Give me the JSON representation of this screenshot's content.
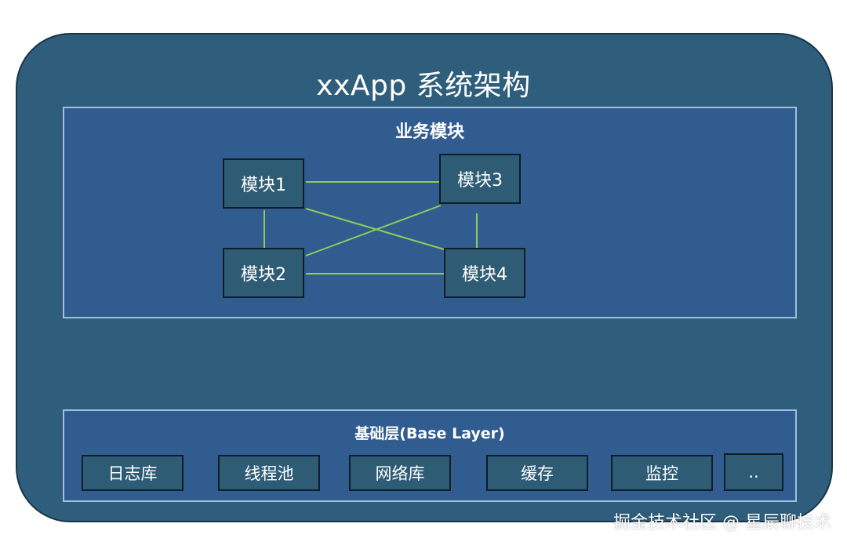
{
  "title": "xxApp 系统架构",
  "business": {
    "title": "业务模块",
    "modules": [
      {
        "label": "模块1"
      },
      {
        "label": "模块2"
      },
      {
        "label": "模块3"
      },
      {
        "label": "模块4"
      }
    ],
    "connections": [
      [
        "模块1",
        "模块3"
      ],
      [
        "模块1",
        "模块2"
      ],
      [
        "模块1",
        "模块4"
      ],
      [
        "模块2",
        "模块3"
      ],
      [
        "模块2",
        "模块4"
      ],
      [
        "模块3",
        "模块4"
      ]
    ]
  },
  "base": {
    "title": "基础层(Base Layer)",
    "items": [
      {
        "label": "日志库"
      },
      {
        "label": "线程池"
      },
      {
        "label": "网络库"
      },
      {
        "label": "缓存"
      },
      {
        "label": "监控"
      },
      {
        "label": ".."
      }
    ]
  },
  "watermark": "掘金技术社区 @ 星辰聊技术",
  "colors": {
    "outer_fill": "#2f5e7c",
    "panel_fill": "#305c8f",
    "panel_border": "#9fc0dd",
    "node_fill": "#2f5c75",
    "node_border": "#0f1d27",
    "link": "#8fcc5a",
    "text": "#ffffff"
  }
}
